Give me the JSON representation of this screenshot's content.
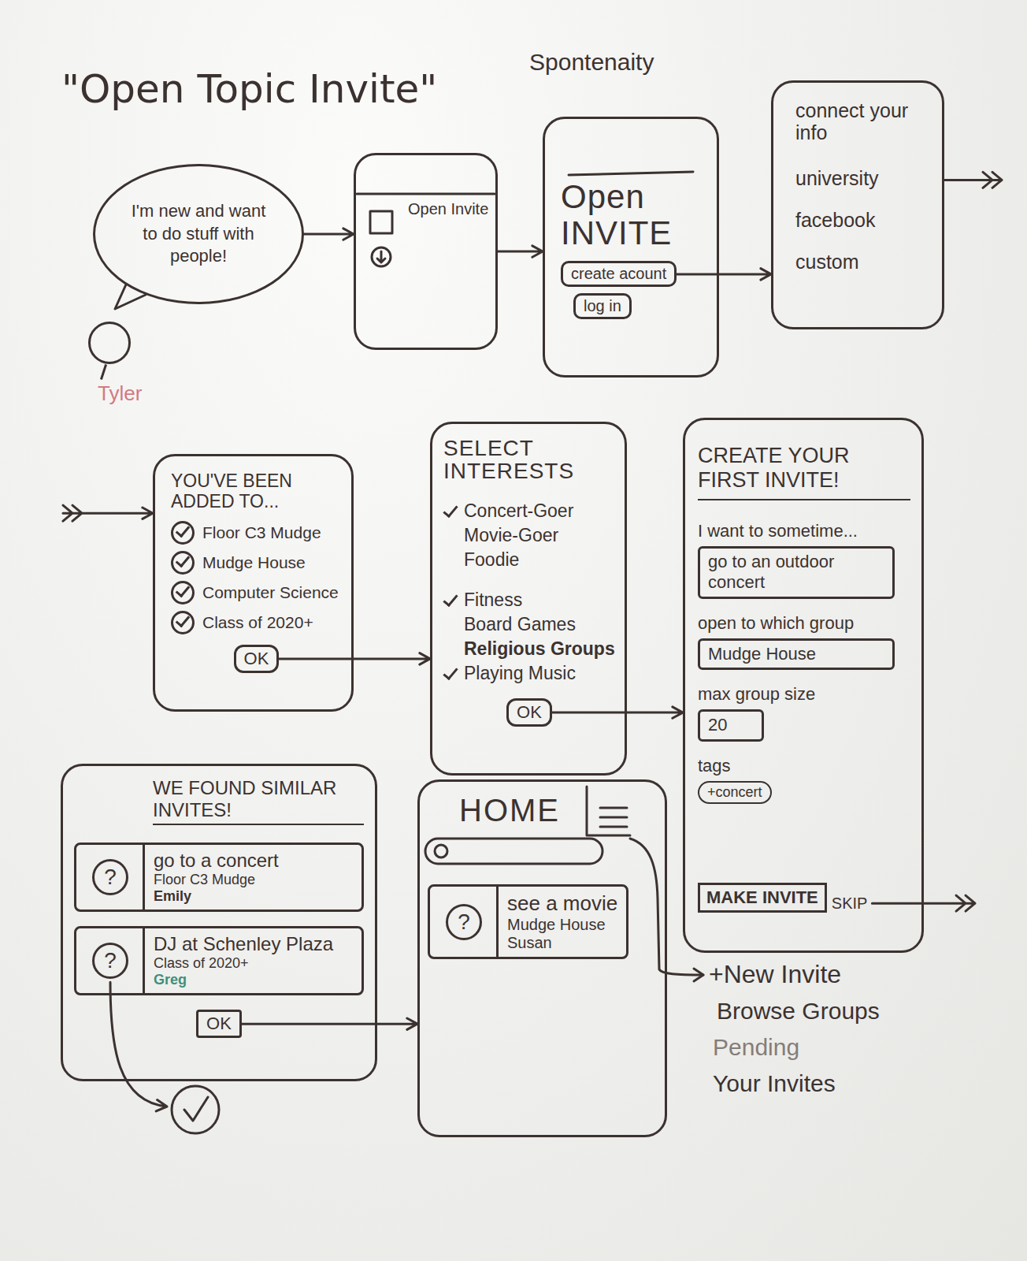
{
  "diagram": {
    "title": "\"Open Topic Invite\"",
    "nodes": [
      {
        "text": [
          "I'm new and want to do stuff with people!"
        ]
      },
      {
        "text": [
          "Tyler"
        ]
      },
      {
        "text": [
          "Open Invite"
        ]
      },
      {
        "text": [
          "Open INVITE"
        ]
      },
      {
        "text": [
          "create acount"
        ],
        "in": 3
      },
      {
        "text": [
          "log in"
        ],
        "in": 3
      },
      {
        "text": [
          "connect your info",
          "university",
          "facebook",
          "custom"
        ]
      },
      {
        "text": [
          "YOU'VE BEEN ADDED TO...",
          "Floor C3 Mudge",
          "Mudge House",
          "Computer Science",
          "Class of 2020+"
        ]
      },
      {
        "text": [
          "OK"
        ],
        "in": 7
      },
      {
        "text": [
          "SELECT INTERESTS",
          "Concert-Goer",
          "Movie-Goer",
          "Foodie",
          "Fitness",
          "Board Games",
          "Religious Groups",
          "Playing Music"
        ]
      },
      {
        "text": [
          "OK"
        ],
        "in": 9
      },
      {
        "text": [
          "CREATE YOUR FIRST INVITE!",
          "I want to sometime...",
          "open to which group",
          "max group size",
          "tags",
          "SKIP"
        ]
      },
      {
        "text": [
          "go to an outdoor concert"
        ],
        "in": 11
      },
      {
        "text": [
          "Mudge House"
        ],
        "in": 11
      },
      {
        "text": [
          "20"
        ],
        "in": 11
      },
      {
        "text": [
          "+concert"
        ],
        "in": 11
      },
      {
        "text": [
          "MAKE INVITE"
        ],
        "in": 11
      },
      {
        "text": [
          "WE FOUND SIMILAR INVITES!"
        ]
      },
      {
        "text": [
          "go to a concert",
          "Floor C3 Mudge",
          "Emily"
        ],
        "in": 17
      },
      {
        "text": [
          "?"
        ],
        "in": 18
      },
      {
        "text": [
          "DJ at Schenley Plaza",
          "Class of 2020+",
          "Greg"
        ],
        "in": 17
      },
      {
        "text": [
          "?"
        ],
        "in": 20
      },
      {
        "text": [
          "OK"
        ],
        "in": 17
      },
      {
        "text": [
          "HOME"
        ]
      },
      {
        "text": [
          "see a movie",
          "Mudge House",
          "Susan"
        ],
        "in": 23
      },
      {
        "text": [
          "?"
        ],
        "in": 24
      }
    ],
    "edges": [
      {
        "from": 0,
        "to": 2,
        "arrow": "to"
      },
      {
        "from": 2,
        "to": 3,
        "arrow": "to"
      },
      {
        "from": 4,
        "to": 6,
        "arrow": "to"
      },
      {
        "from": 6,
        "to": 7,
        "arrow": "to"
      },
      {
        "from": 8,
        "to": 9,
        "arrow": "to"
      },
      {
        "from": 10,
        "to": 11,
        "arrow": "to"
      },
      {
        "from": 22,
        "to": 23,
        "arrow": "to"
      }
    ],
    "labels": [
      "Spontenaity",
      "+New Invite",
      "Browse Groups",
      "Pending",
      "Your Invites"
    ]
  }
}
